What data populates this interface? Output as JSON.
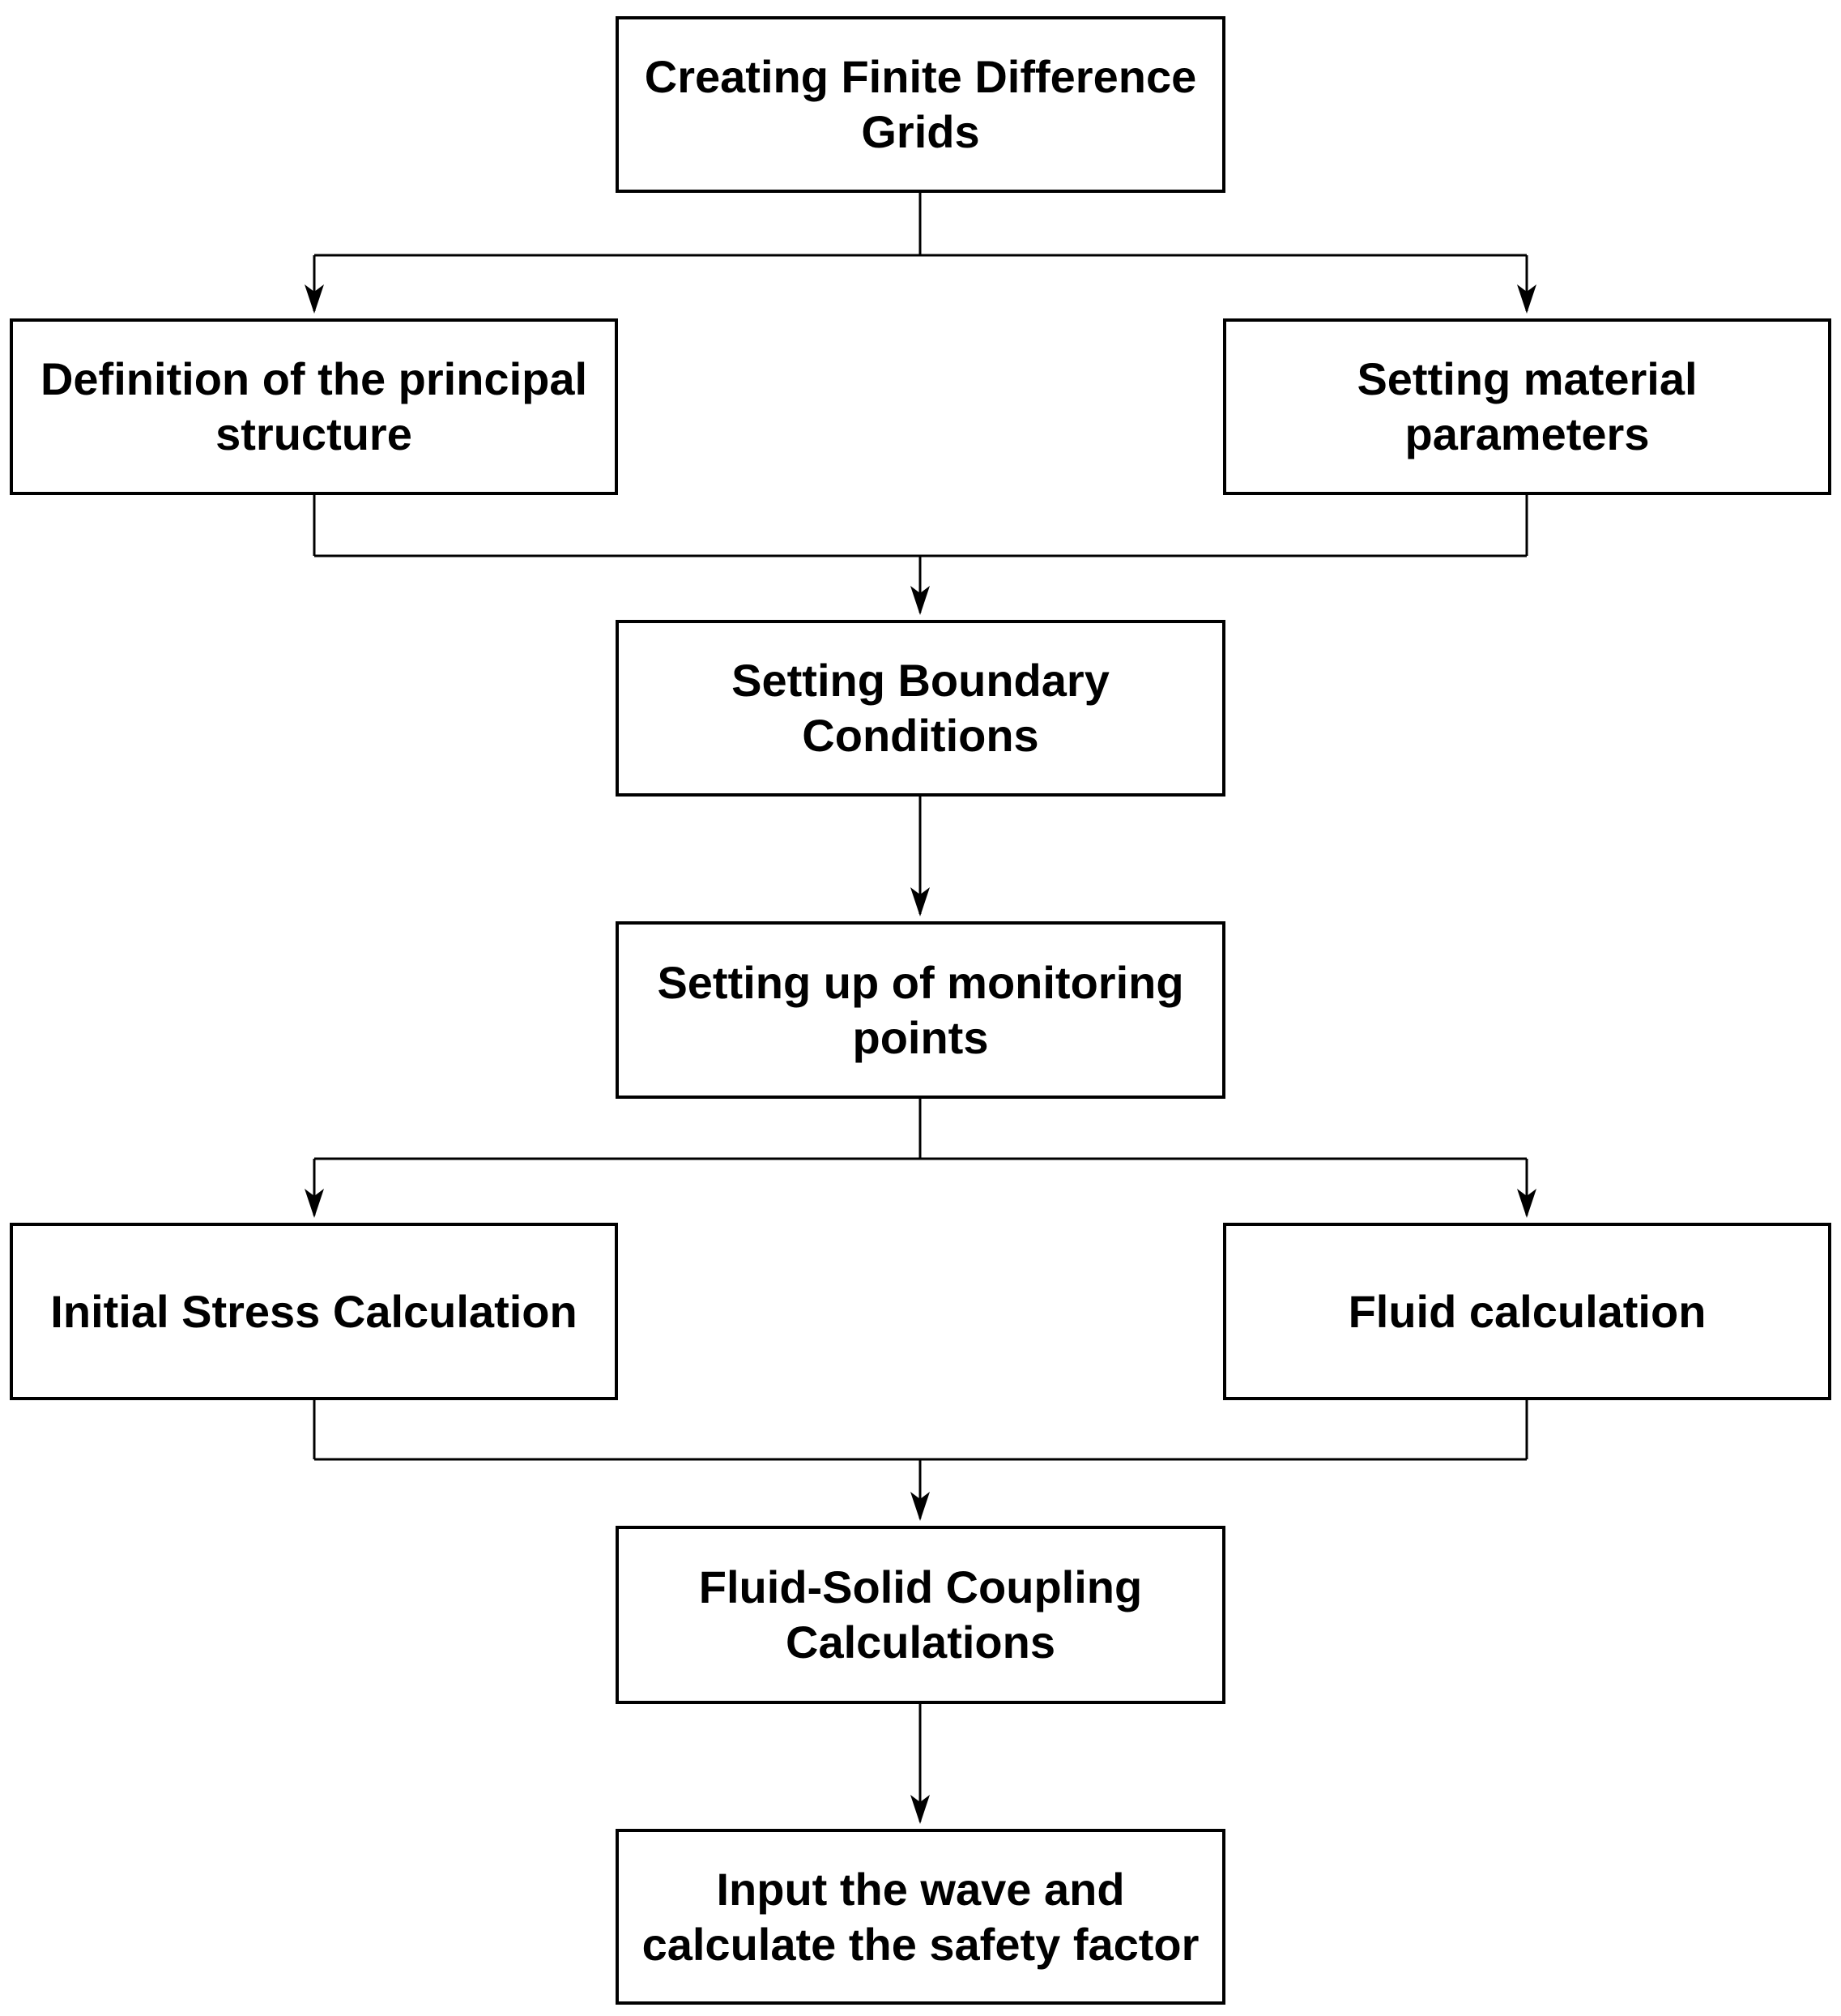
{
  "diagram": {
    "type": "flowchart",
    "background_color": "#ffffff",
    "node_fill_color": "#ffffff",
    "node_border_color": "#000000",
    "text_color": "#000000",
    "connector_color": "#000000"
  },
  "nodes": [
    {
      "id": "creating-finite-difference-grids",
      "label": "Creating Finite Difference\nGrids"
    },
    {
      "id": "definition-of-the-principal-structure",
      "label": "Definition of the principal\nstructure"
    },
    {
      "id": "setting-material-parameters",
      "label": "Setting material\nparameters"
    },
    {
      "id": "setting-boundary-conditions",
      "label": "Setting Boundary\nConditions"
    },
    {
      "id": "setting-up-of-monitoring-points",
      "label": "Setting up of monitoring\npoints"
    },
    {
      "id": "initial-stress-calculation",
      "label": "Initial Stress Calculation"
    },
    {
      "id": "fluid-calculation",
      "label": "Fluid calculation"
    },
    {
      "id": "fluid-solid-coupling-calculations",
      "label": "Fluid-Solid Coupling\nCalculations"
    },
    {
      "id": "input-wave-and-safety-factor",
      "label": "Input the wave and\ncalculate the safety factor"
    }
  ],
  "edges": [
    {
      "from": "creating-finite-difference-grids",
      "to": "definition-of-the-principal-structure"
    },
    {
      "from": "creating-finite-difference-grids",
      "to": "setting-material-parameters"
    },
    {
      "from": "definition-of-the-principal-structure",
      "to": "setting-boundary-conditions"
    },
    {
      "from": "setting-material-parameters",
      "to": "setting-boundary-conditions"
    },
    {
      "from": "setting-boundary-conditions",
      "to": "setting-up-of-monitoring-points"
    },
    {
      "from": "setting-up-of-monitoring-points",
      "to": "initial-stress-calculation"
    },
    {
      "from": "setting-up-of-monitoring-points",
      "to": "fluid-calculation"
    },
    {
      "from": "initial-stress-calculation",
      "to": "fluid-solid-coupling-calculations"
    },
    {
      "from": "fluid-calculation",
      "to": "fluid-solid-coupling-calculations"
    },
    {
      "from": "fluid-solid-coupling-calculations",
      "to": "input-wave-and-safety-factor"
    }
  ]
}
